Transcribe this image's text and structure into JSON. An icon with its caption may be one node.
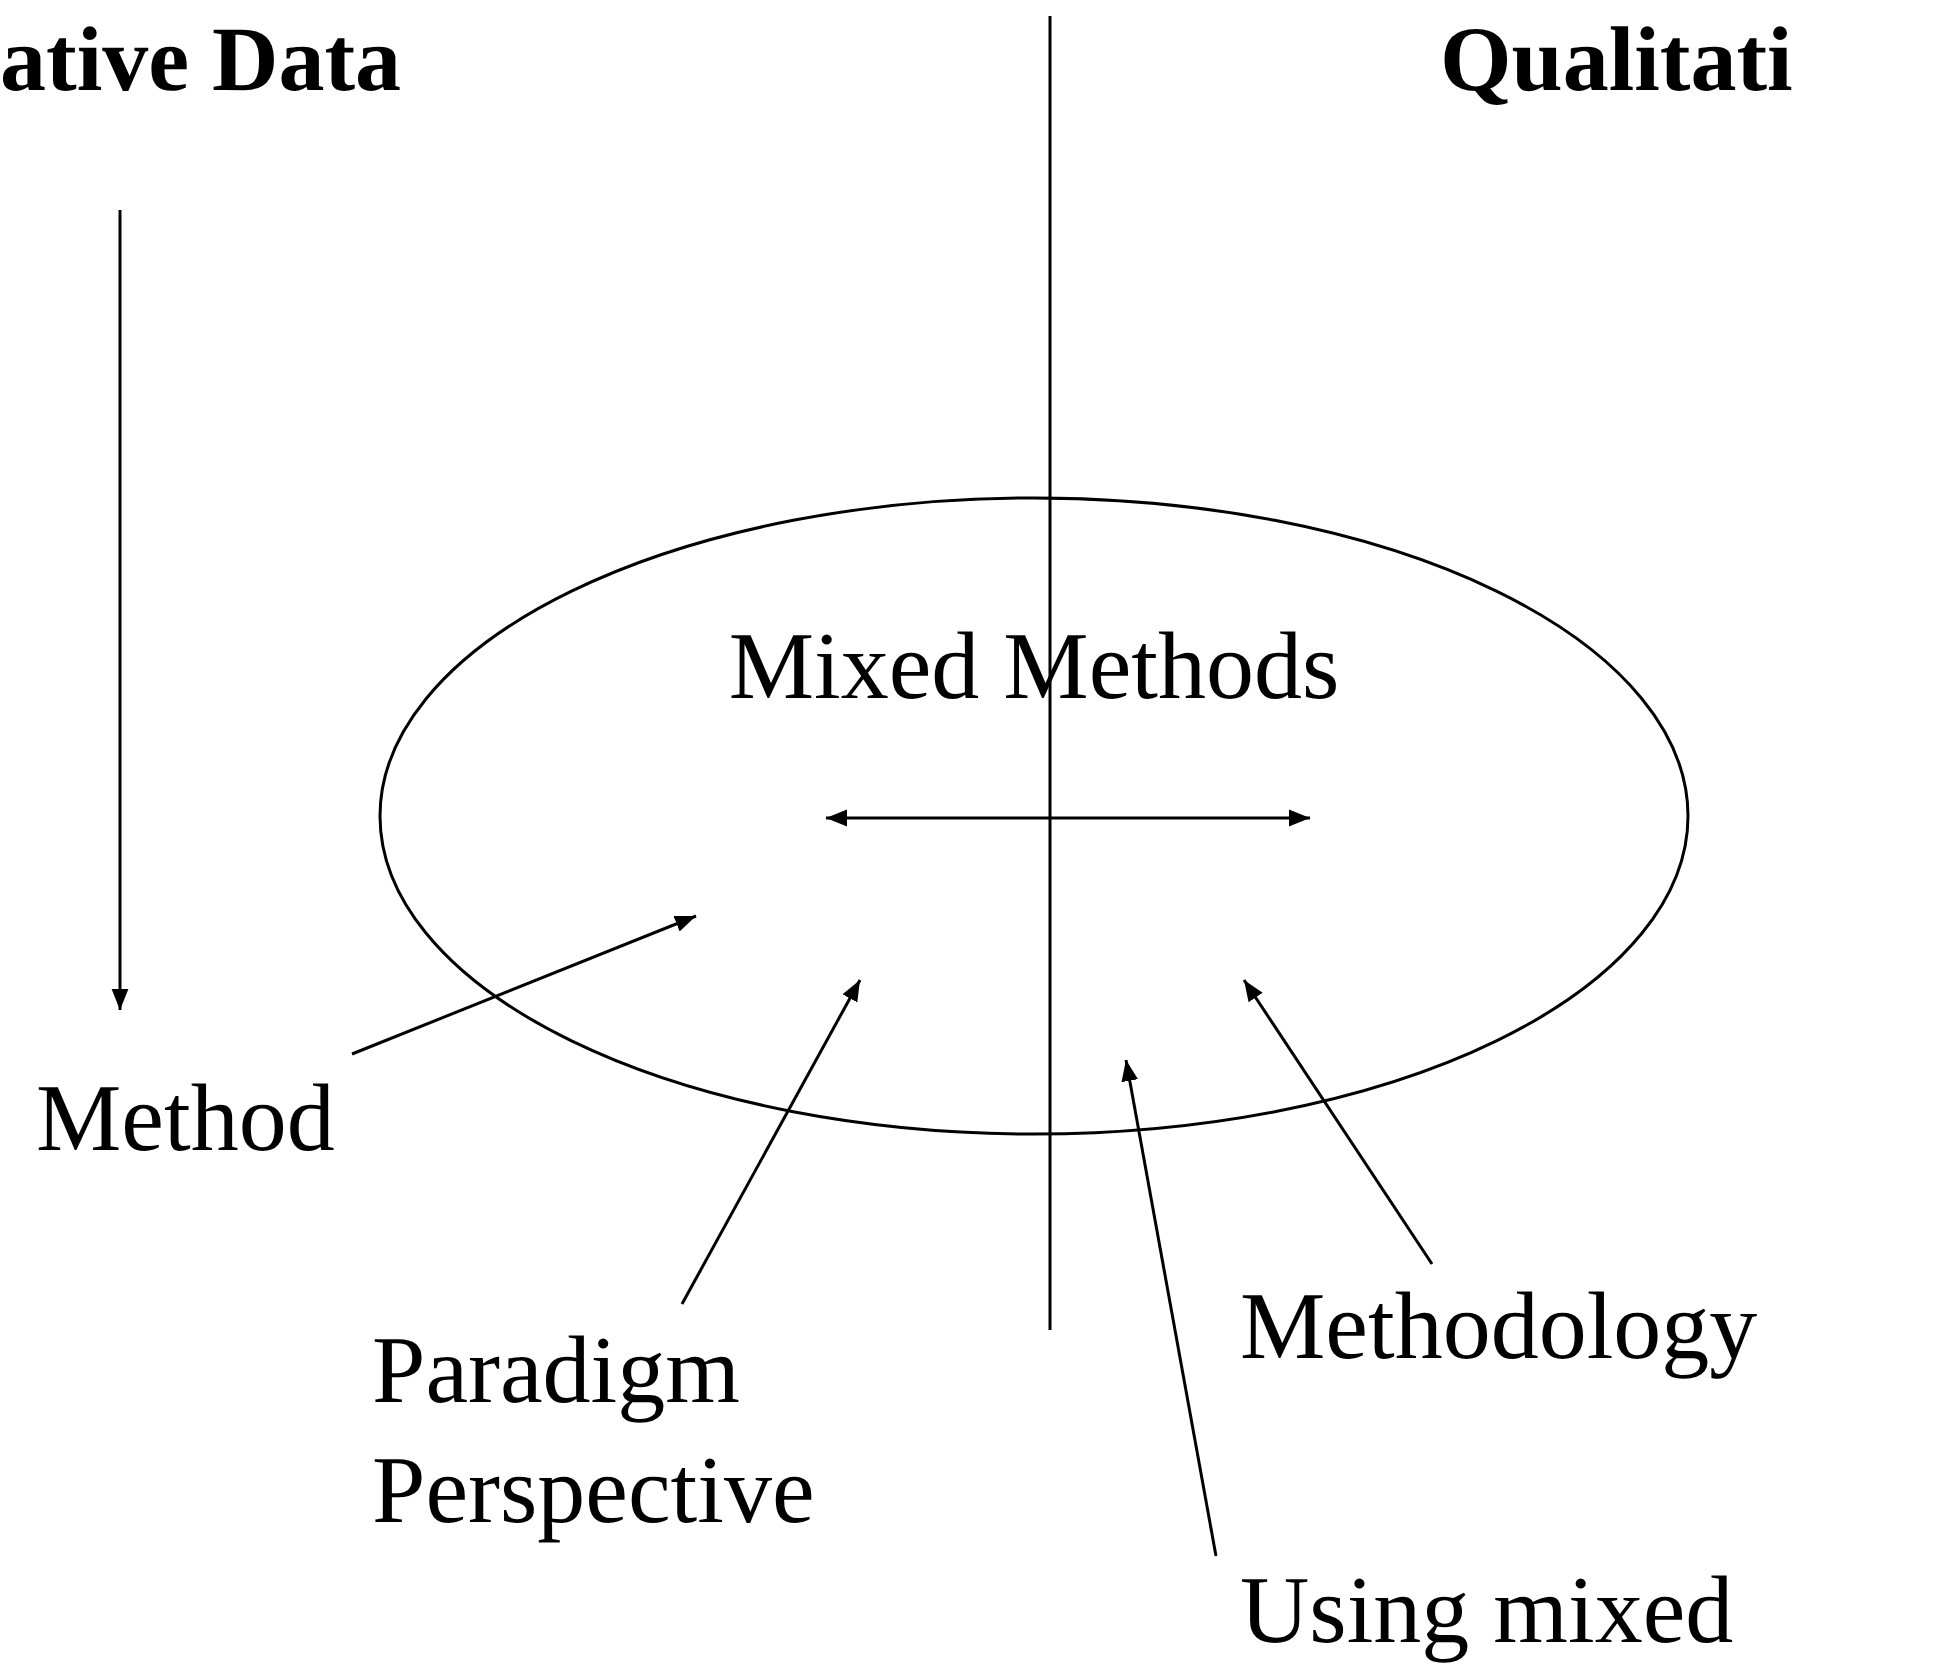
{
  "diagram": {
    "nodes": [
      {
        "text": [
          "Mixed Methods"
        ]
      },
      {
        "text": [
          "Method"
        ]
      },
      {
        "text": [
          "Methodology"
        ]
      },
      {
        "text": [
          "Paradigm Perspective"
        ]
      },
      {
        "text": [
          "Using mixed"
        ]
      }
    ],
    "edges": [
      {
        "from": 1,
        "to": 0,
        "arrow": "to"
      },
      {
        "from": 3,
        "to": 0,
        "arrow": "to"
      },
      {
        "from": 4,
        "to": 0,
        "arrow": "to"
      },
      {
        "from": 2,
        "to": 0,
        "arrow": "to"
      }
    ],
    "labels": [
      "ative Data",
      "Qualitati"
    ]
  }
}
